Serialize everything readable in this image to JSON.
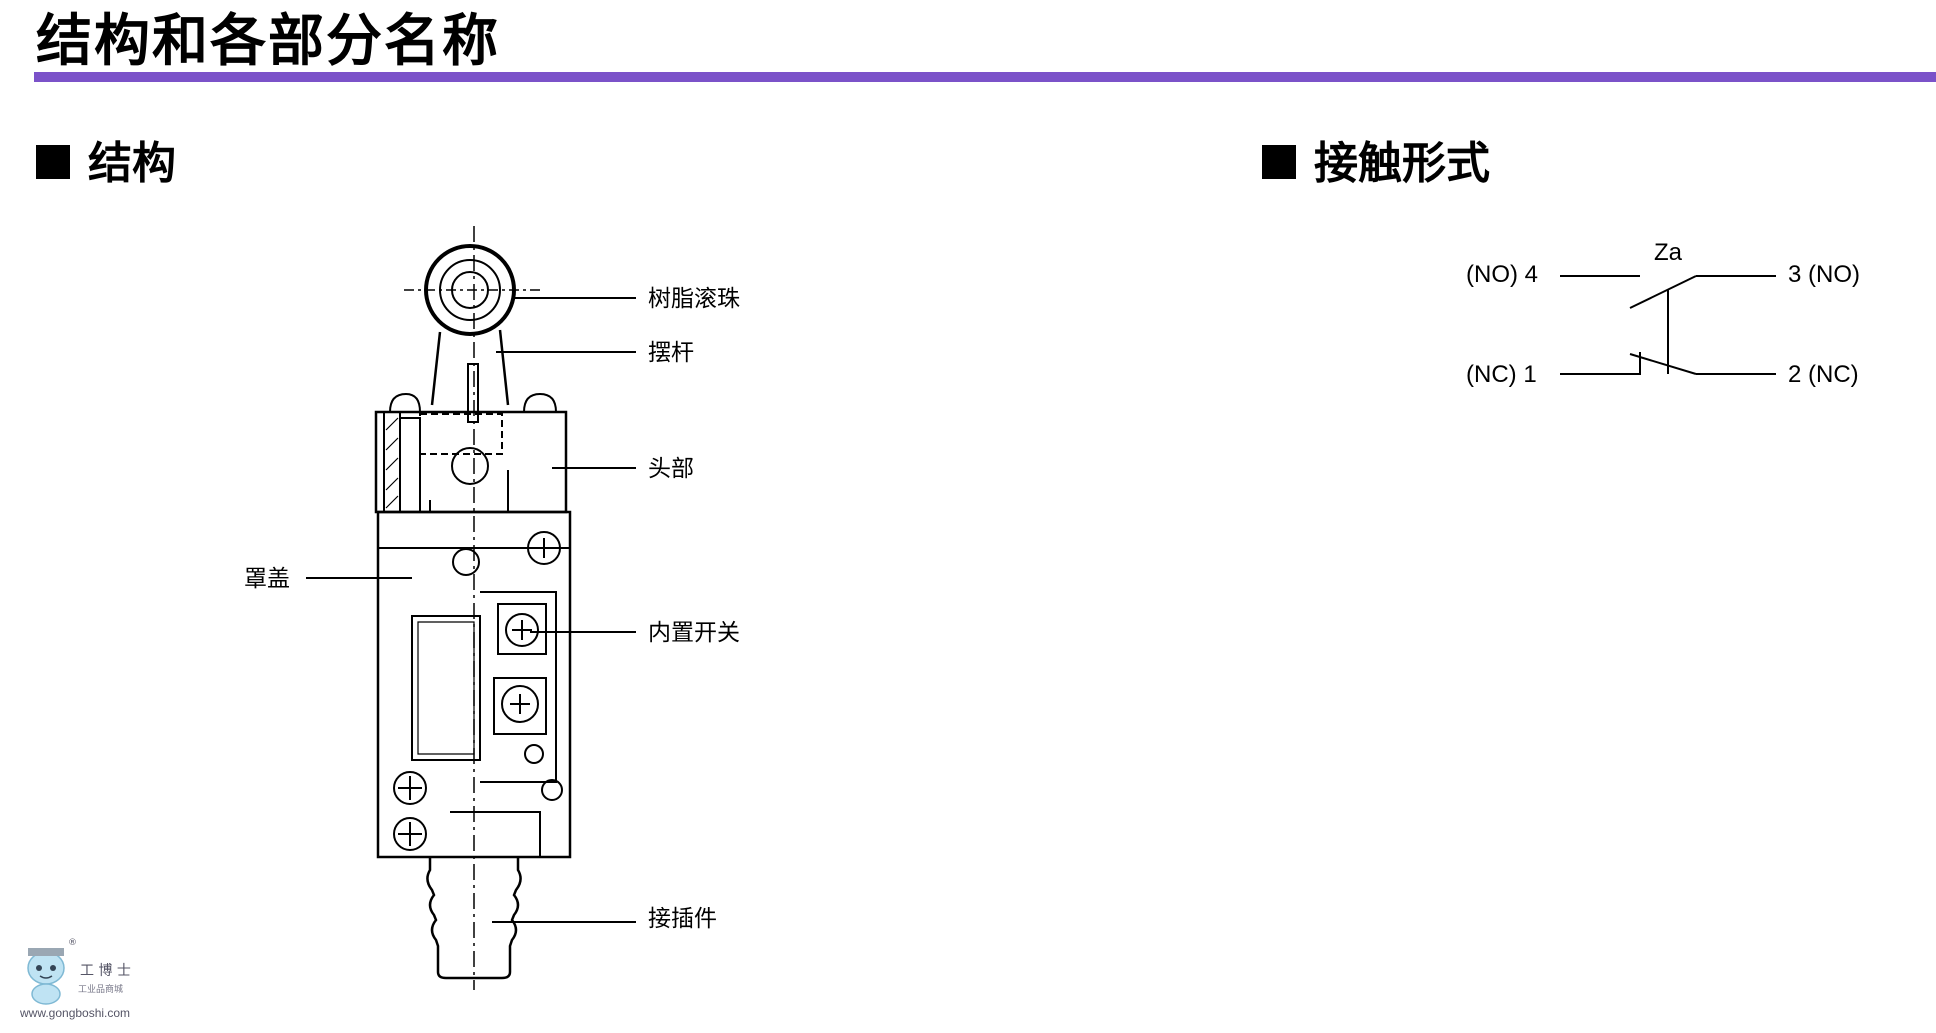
{
  "page": {
    "title": "结构和各部分名称"
  },
  "structure": {
    "heading": "结构",
    "labels": {
      "roller": "树脂滚珠",
      "lever": "摆杆",
      "head": "头部",
      "cover": "罩盖",
      "builtin_switch": "内置开关",
      "connector": "接插件"
    }
  },
  "contact": {
    "heading": "接触形式",
    "name": "Za",
    "terminals": {
      "no_left": "(NO) 4",
      "no_right": "3 (NO)",
      "nc_left": "(NC) 1",
      "nc_right": "2 (NC)"
    }
  },
  "watermark": {
    "brand": "工 博 士",
    "subtitle": "工业品商城",
    "url": "www.gongboshi.com",
    "registered": "®"
  },
  "colors": {
    "title_rule": "#7b52c9",
    "line": "#000000"
  }
}
